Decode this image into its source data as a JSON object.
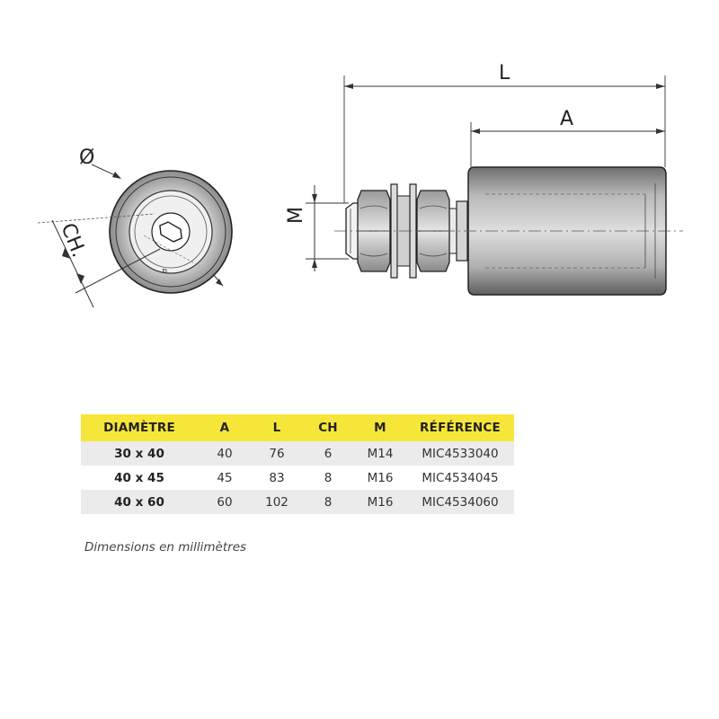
{
  "dimension_labels": {
    "diameter": "Ø",
    "hex_key": "CH.",
    "total_length": "L",
    "roller_length": "A",
    "thread": "M"
  },
  "table": {
    "header_color": "#f7e63a",
    "stripe_color": "#ebebeb",
    "headers": [
      "DIAMÈTRE",
      "A",
      "L",
      "CH",
      "M",
      "RÉFÉRENCE"
    ],
    "rows": [
      [
        "30 x 40",
        "40",
        "76",
        "6",
        "M14",
        "MIC4533040"
      ],
      [
        "40 x 45",
        "45",
        "83",
        "8",
        "M16",
        "MIC4534045"
      ],
      [
        "40 x 60",
        "60",
        "102",
        "8",
        "M16",
        "MIC4534060"
      ]
    ]
  },
  "footnote": "Dimensions en millimètres"
}
